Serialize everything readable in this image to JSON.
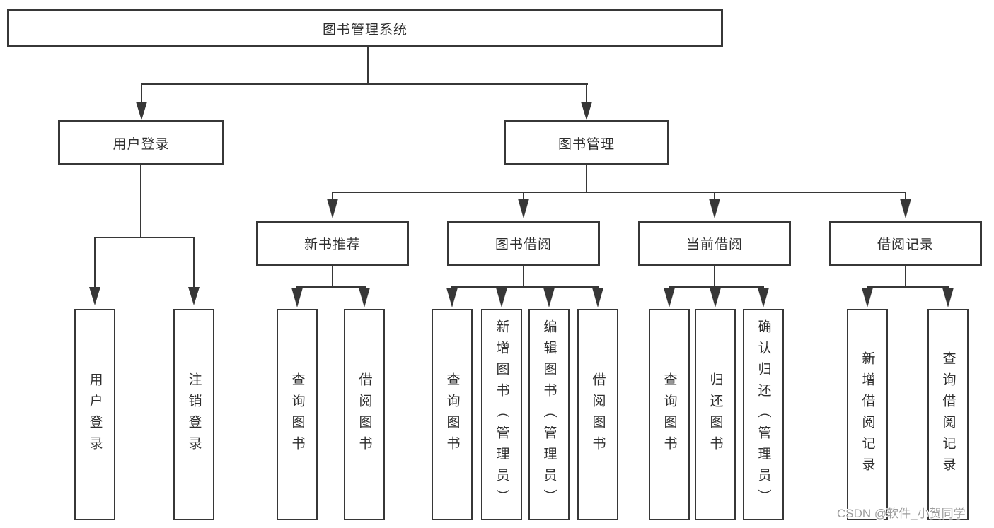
{
  "colors": {
    "line": "#373737",
    "text": "#2e2e2e",
    "background": "#ffffff",
    "watermark": "#9d9d9d"
  },
  "diagram": {
    "type": "hierarchy-tree",
    "root": {
      "label": "图书管理系统"
    },
    "level2": [
      {
        "label": "用户登录"
      },
      {
        "label": "图书管理"
      }
    ],
    "level3": [
      {
        "label": "新书推荐",
        "parent": "图书管理"
      },
      {
        "label": "图书借阅",
        "parent": "图书管理"
      },
      {
        "label": "当前借阅",
        "parent": "图书管理"
      },
      {
        "label": "借阅记录",
        "parent": "图书管理"
      }
    ],
    "leaves": [
      {
        "label": "用户登录",
        "parent": "用户登录"
      },
      {
        "label": "注销登录",
        "parent": "用户登录"
      },
      {
        "label": "查询图书",
        "parent": "新书推荐"
      },
      {
        "label": "借阅图书",
        "parent": "新书推荐"
      },
      {
        "label": "查询图书",
        "parent": "图书借阅"
      },
      {
        "label": "新增图书（管理员）",
        "parent": "图书借阅"
      },
      {
        "label": "编辑图书（管理员）",
        "parent": "图书借阅"
      },
      {
        "label": "借阅图书",
        "parent": "图书借阅"
      },
      {
        "label": "查询图书",
        "parent": "当前借阅"
      },
      {
        "label": "归还图书",
        "parent": "当前借阅"
      },
      {
        "label": "确认归还（管理员）",
        "parent": "当前借阅"
      },
      {
        "label": "新增借阅记录",
        "parent": "借阅记录"
      },
      {
        "label": "查询借阅记录",
        "parent": "借阅记录"
      }
    ]
  },
  "watermark": {
    "text": "CSDN @软件_小贺同学"
  }
}
